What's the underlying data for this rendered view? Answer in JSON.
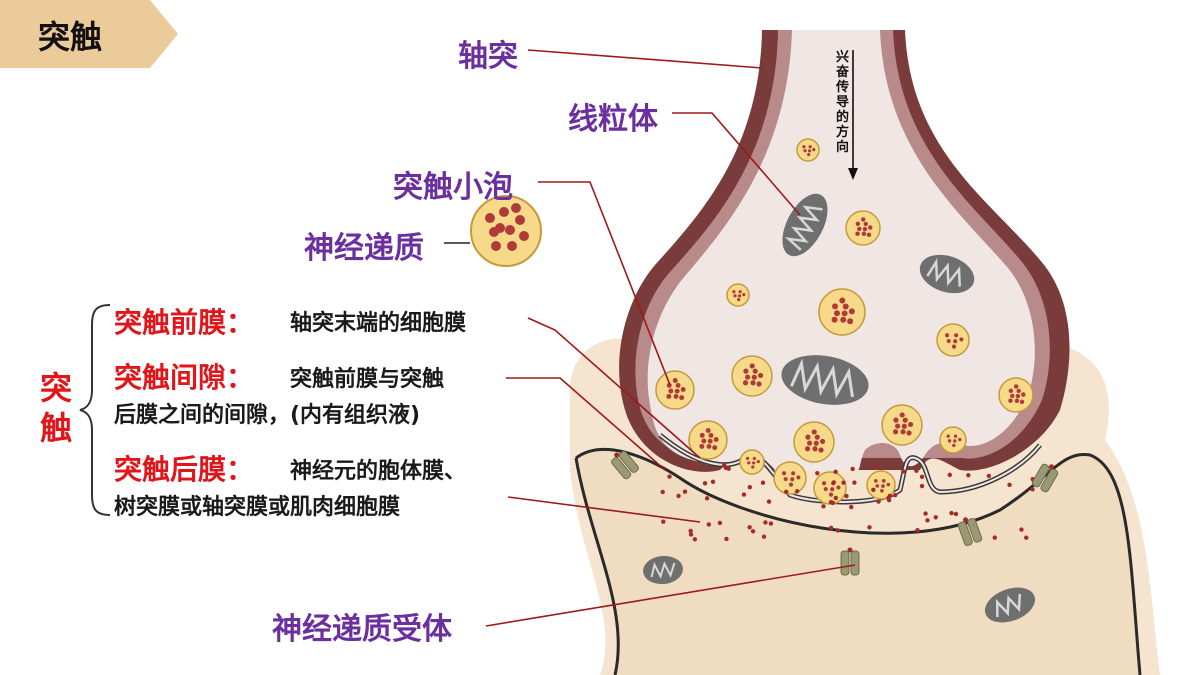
{
  "title": "突触",
  "arrow_text": "兴奋传导的方向",
  "labels": {
    "axon": "轴突",
    "mitochondria": "线粒体",
    "vesicle": "突触小泡",
    "neurotransmitter": "神经递质",
    "receptor": "神经递质受体"
  },
  "brace_label": "突触",
  "definitions": {
    "pre_membrane": {
      "term": "突触前膜：",
      "desc": "轴突末端的细胞膜"
    },
    "cleft": {
      "term": "突触间隙：",
      "desc_line1": "突触前膜与突触",
      "desc_line2": "后膜之间的间隙，(内有组织液)"
    },
    "post_membrane": {
      "term": "突触后膜：",
      "desc_line1": "神经元的胞体膜、",
      "desc_line2": "树突膜或轴突膜或肌肉细胞膜"
    }
  },
  "colors": {
    "title_tab": "#eccb9a",
    "label_purple": "#6b2fa0",
    "term_red": "#e0161b",
    "axon_wall": "#7a3b3b",
    "axon_fill": "#f0e6e4",
    "postsynaptic_fill": "#f3dfc6",
    "vesicle_fill": "#f7d98a",
    "vesicle_dot": "#b03a3a",
    "mitochondria": "#6f6f6f",
    "receptor": "#9a9a72",
    "leader_line": "#a01818"
  }
}
